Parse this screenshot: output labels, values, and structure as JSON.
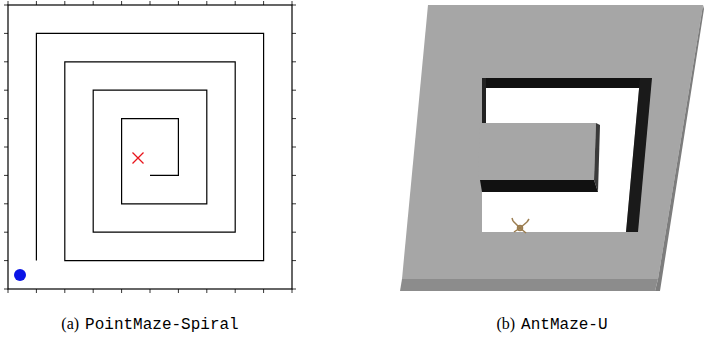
{
  "diagram": {
    "labels": [
      "(a)",
      "PointMaze-Spiral",
      "(b)",
      "AntMaze-U"
    ]
  }
}
